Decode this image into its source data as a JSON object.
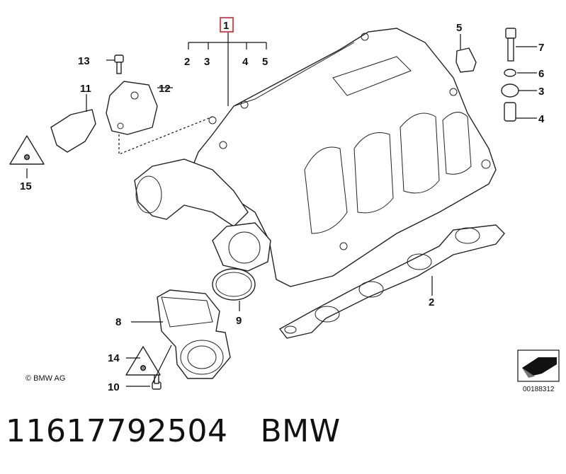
{
  "callouts": {
    "c1": "1",
    "c2": "2",
    "c3": "3",
    "c4": "4",
    "c5": "5",
    "c6": "6",
    "c7": "7",
    "c8": "8",
    "c9": "9",
    "c10": "10",
    "c11": "11",
    "c12": "12",
    "c13": "13",
    "c14": "14",
    "c15": "15",
    "c2_bracket": "2",
    "c3_bracket": "3",
    "c4_bracket": "4",
    "c5_bracket": "5"
  },
  "highlight_color": "#d0121b",
  "copyright": "© BMW AG",
  "document_number": "00188312",
  "caption": {
    "part_number": "11617792504",
    "brand": "BMW"
  }
}
